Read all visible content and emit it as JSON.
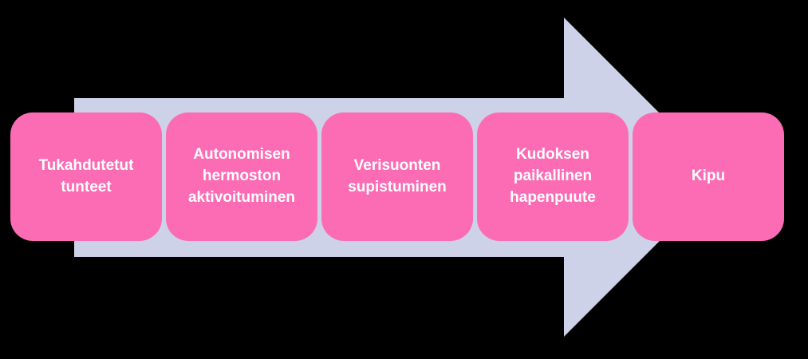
{
  "diagram": {
    "title": "process-flow-arrow",
    "background_color": "#000000",
    "arrow_color": "#CDD2E9",
    "box_color": "#FC6CB4",
    "text_color": "#FFFFFF",
    "steps": [
      {
        "label": "Tukahdutetut tunteet"
      },
      {
        "label": "Autonomisen hermoston aktivoituminen"
      },
      {
        "label": "Verisuonten supistuminen"
      },
      {
        "label": "Kudoksen paikallinen hapenpuute"
      },
      {
        "label": "Kipu"
      }
    ]
  }
}
